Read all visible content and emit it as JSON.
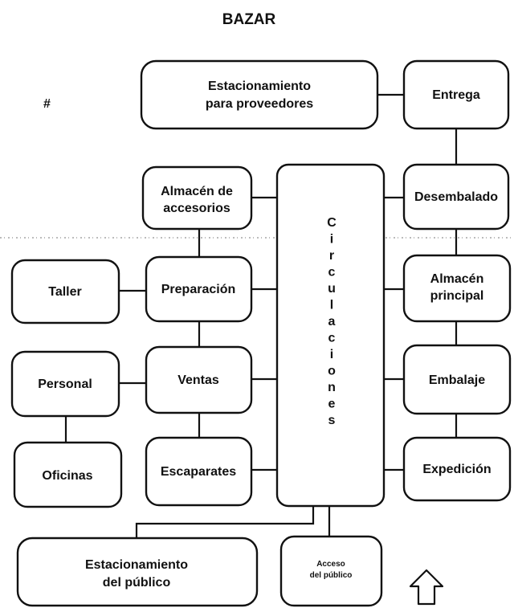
{
  "title": "BAZAR",
  "stray_mark": "#",
  "nodes": {
    "estacionamiento_proveedores": [
      "Estacionamiento",
      "para proveedores"
    ],
    "entrega": [
      "Entrega"
    ],
    "almacen_accesorios": [
      "Almacén de",
      "accesorios"
    ],
    "desembalado": [
      "Desembalado"
    ],
    "taller": [
      "Taller"
    ],
    "preparacion": [
      "Preparación"
    ],
    "almacen_principal": [
      "Almacén",
      "principal"
    ],
    "personal": [
      "Personal"
    ],
    "ventas": [
      "Ventas"
    ],
    "embalaje": [
      "Embalaje"
    ],
    "oficinas": [
      "Oficinas"
    ],
    "escaparates": [
      "Escaparates"
    ],
    "expedicion": [
      "Expedición"
    ],
    "estacionamiento_publico": [
      "Estacionamiento",
      "del público"
    ],
    "acceso_publico": [
      "Acceso",
      "del público"
    ]
  },
  "circulaciones": "Circulaciones"
}
